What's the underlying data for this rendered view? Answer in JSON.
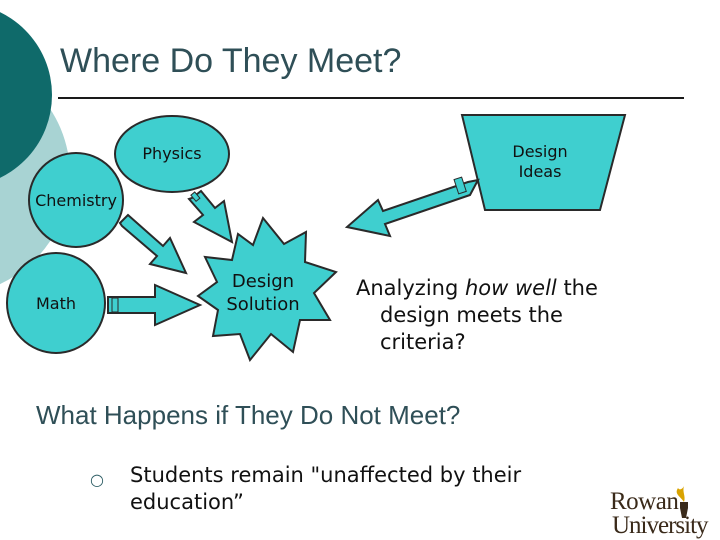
{
  "slide": {
    "title": "Where Do They Meet?",
    "subtitle": "What Happens if They Do Not Meet?"
  },
  "diagram": {
    "physics": "Physics",
    "chemistry": "Chemistry",
    "math": "Math",
    "design_ideas_line1": "Design",
    "design_ideas_line2": "Ideas",
    "solution_line1": "Design",
    "solution_line2": "Solution"
  },
  "analysis": {
    "part1": "Analyzing ",
    "emphasis": "how well",
    "part2": " the",
    "line2": "design meets the",
    "line3": "criteria?"
  },
  "bullets": [
    {
      "line1": "Students remain \"unaffected by their",
      "line2": "education”"
    }
  ],
  "logo": {
    "line1": "Rowan",
    "line2": "University"
  },
  "colors": {
    "teal": "#3fcfcf",
    "dark_teal": "#0f6a6a",
    "light_teal": "#a8d3d3",
    "outline": "#2a2a2a"
  }
}
